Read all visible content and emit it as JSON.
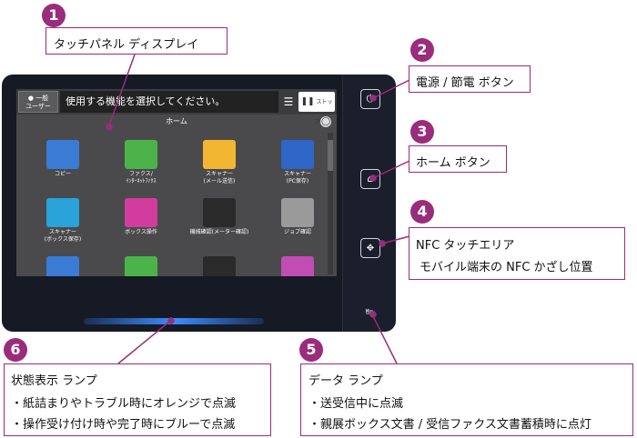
{
  "callouts": {
    "c1": {
      "num": "1",
      "title": "タッチパネル ディスプレイ"
    },
    "c2": {
      "num": "2",
      "title": "電源 / 節電 ボタン"
    },
    "c3": {
      "num": "3",
      "title": "ホーム ボタン"
    },
    "c4": {
      "num": "4",
      "line1": "NFC タッチエリア",
      "line2": "モバイル端末の NFC かざし位置"
    },
    "c5": {
      "num": "5",
      "title": "データ ランプ",
      "line1": "・送受信中に点滅",
      "line2": "・親展ボックス文書 / 受信ファクス文書蓄積時に点灯"
    },
    "c6": {
      "num": "6",
      "title": "状態表示 ランプ",
      "line1": "・紙詰まりやトラブル時にオレンジで点滅",
      "line2": "・操作受け付け時や完了時にブルーで点滅"
    }
  },
  "screen": {
    "user_label": "一般\nユーザー",
    "message": "使用する機能を選択してください。",
    "stop_label": "ストップ",
    "home_label": "ホーム",
    "apps": [
      {
        "label": "コピー",
        "color": "#3a7bd5"
      },
      {
        "label": "ファクス/\nｲﾝﾀｰﾈｯﾄﾌｧｸｽ",
        "color": "#4cb24a"
      },
      {
        "label": "スキャナー\n(メール送信)",
        "color": "#f2b632"
      },
      {
        "label": "スキャナー\n(PC保存)",
        "color": "#2f66c7"
      },
      {
        "label": "スキャナー\n(ボックス保存)",
        "color": "#29a3d9"
      },
      {
        "label": "ボックス操作",
        "color": "#d23c9e"
      },
      {
        "label": "機械確認(メーター確認)",
        "color": "#2a2a2a"
      },
      {
        "label": "ジョブ確認",
        "color": "#9a9a9a"
      }
    ]
  },
  "colors": {
    "accent": "#9a2c7c",
    "panel": "#151a24",
    "lamp": "#3b8cff"
  }
}
